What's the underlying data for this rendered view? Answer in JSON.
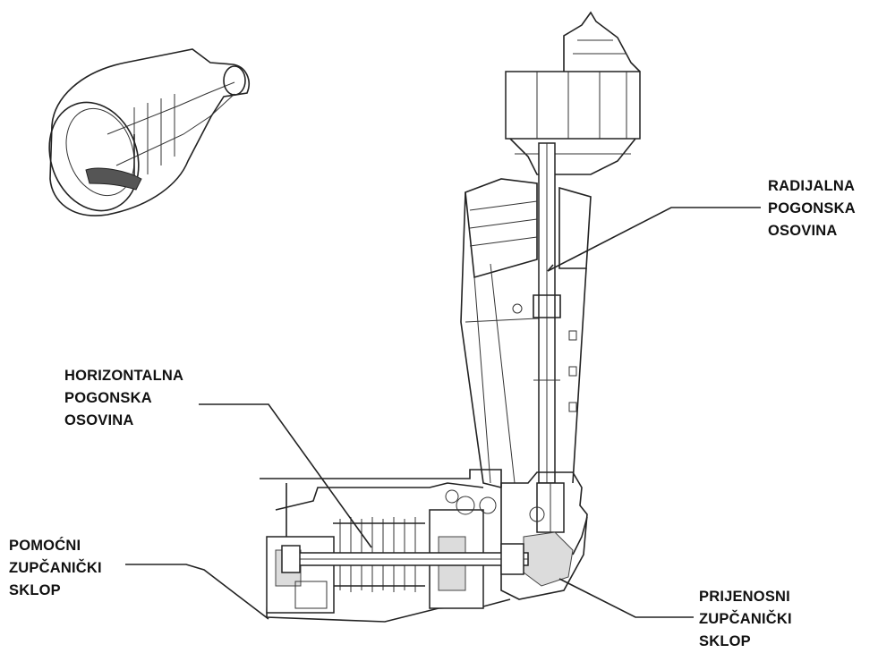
{
  "labels": {
    "radial_shaft": [
      "RADIJALNA",
      "POGONSKA",
      "OSOVINA"
    ],
    "horizontal_shaft": [
      "HORIZONTALNA",
      "POGONSKA",
      "OSOVINA"
    ],
    "accessory_gearbox": [
      "POMOĆNI",
      "ZUPČANIČKI",
      "SKLOP"
    ],
    "transfer_gearbox": [
      "PRIJENOSNI",
      "ZUPČANIČKI",
      "SKLOP"
    ]
  }
}
